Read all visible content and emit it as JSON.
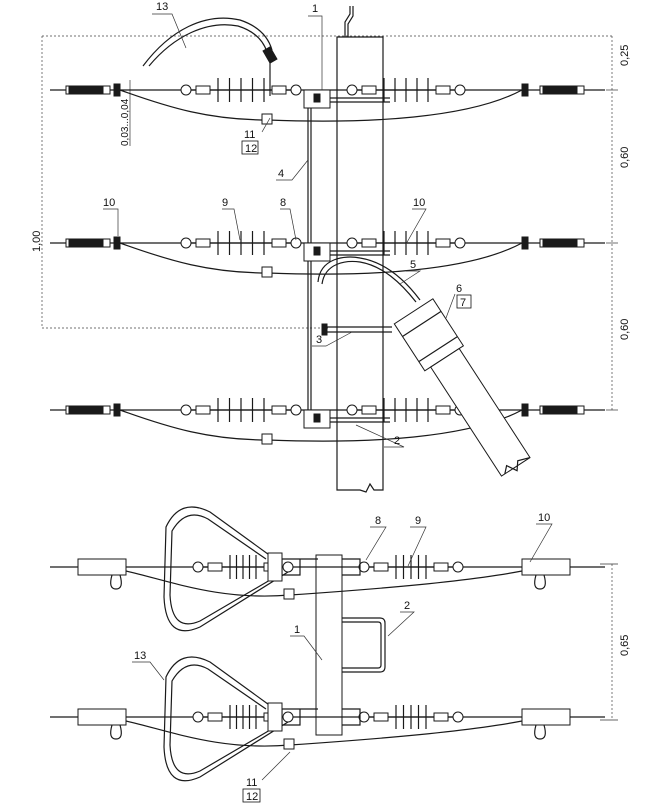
{
  "top_view": {
    "labels": {
      "p13": "13",
      "p1": "1",
      "p11": "11",
      "p12": "12",
      "p4": "4",
      "p10a": "10",
      "p9": "9",
      "p8": "8",
      "p10b": "10",
      "p5": "5",
      "p6": "6",
      "p7": "7",
      "p3": "3",
      "p2": "2"
    },
    "dimensions": {
      "total": "1,00",
      "top": "0,25",
      "mid": "0,60",
      "low": "0,60",
      "gap": "0,03...0,04"
    }
  },
  "plan_view": {
    "labels": {
      "p8": "8",
      "p9": "9",
      "p10": "10",
      "p2": "2",
      "p1": "1",
      "p13": "13",
      "p11": "11",
      "p12": "12"
    },
    "dimensions": {
      "spacing": "0,65"
    }
  }
}
